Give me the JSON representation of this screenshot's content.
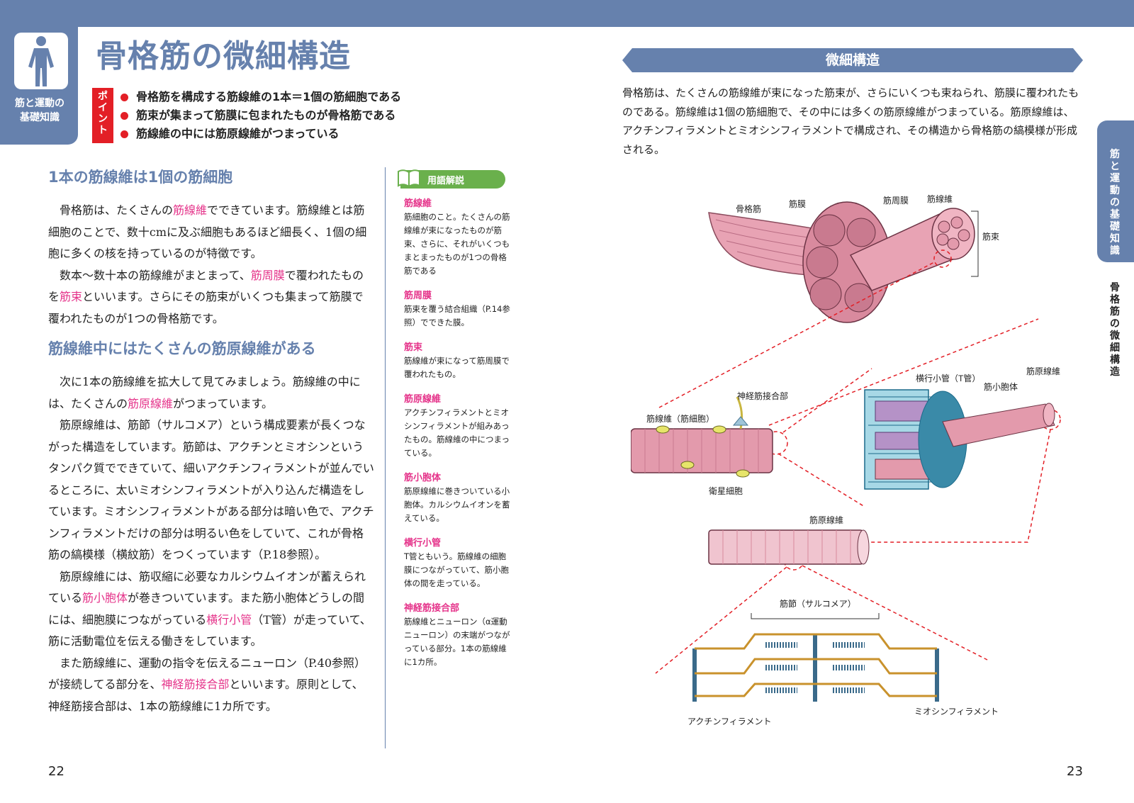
{
  "badge": {
    "label": "筋と運動の\n基礎知識"
  },
  "title": "骨格筋の微細構造",
  "point": {
    "label": "ポ\nイ\nン\nト",
    "items": [
      "骨格筋を構成する筋線維の1本＝1個の筋細胞である",
      "筋束が集まって筋膜に包まれたものが骨格筋である",
      "筋線維の中には筋原線維がつまっている"
    ]
  },
  "section1": {
    "heading": "1本の筋線維は1個の筋細胞",
    "p1": [
      "骨格筋は、たくさんの",
      "筋線維",
      "でできています。筋線維とは筋細胞のことで、数十cmに及ぶ細胞もあるほど細長く、1個の細胞に多くの核を持っているのが特徴です。"
    ],
    "p2": [
      "数本～数十本の筋線維がまとまって、",
      "筋周膜",
      "で覆われたものを",
      "筋束",
      "といいます。さらにその筋束がいくつも集まって筋膜で覆われたものが1つの骨格筋です。"
    ]
  },
  "section2": {
    "heading": "筋線維中にはたくさんの筋原線維がある",
    "p1": [
      "次に1本の筋線維を拡大して見てみましょう。筋線維の中には、たくさんの",
      "筋原線維",
      "がつまっています。"
    ],
    "p2": "筋原線維は、筋節（サルコメア）という構成要素が長くつながった構造をしています。筋節は、アクチンとミオシンというタンパク質でできていて、細いアクチンフィラメントが並んでいるところに、太いミオシンフィラメントが入り込んだ構造をしています。ミオシンフィラメントがある部分は暗い色で、アクチンフィラメントだけの部分は明るい色をしていて、これが骨格筋の縞模様（横紋筋）をつくっています（P.18参照）。",
    "p3": [
      "筋原線維には、筋収縮に必要なカルシウムイオンが蓄えられている",
      "筋小胞体",
      "が巻きついています。また筋小胞体どうしの間には、細胞膜につながっている",
      "横行小管",
      "（T管）が走っていて、筋に活動電位を伝える働きをしています。"
    ],
    "p4": [
      "また筋線維に、運動の指令を伝えるニューロン（P.40参照）が接続してる部分を、",
      "神経筋接合部",
      "といいます。原則として、神経筋接合部は、1本の筋線維に1カ所です。"
    ]
  },
  "glossary": {
    "title": "用語解説",
    "items": [
      {
        "term": "筋線維",
        "def": "筋細胞のこと。たくさんの筋線維が束になったものが筋束、さらに、それがいくつもまとまったものが1つの骨格筋である"
      },
      {
        "term": "筋周膜",
        "def": "筋束を覆う結合組織（P.14参照）でできた膜。"
      },
      {
        "term": "筋束",
        "def": "筋線維が束になって筋周膜で覆われたもの。"
      },
      {
        "term": "筋原線維",
        "def": "アクチンフィラメントとミオシンフィラメントが組みあったもの。筋線維の中につまっている。"
      },
      {
        "term": "筋小胞体",
        "def": "筋原線維に巻きついている小胞体。カルシウムイオンを蓄えている。"
      },
      {
        "term": "横行小管",
        "def": "T管ともいう。筋線維の細胞膜につながっていて、筋小胞体の間を走っている。"
      },
      {
        "term": "神経筋接合部",
        "def": "筋線維とニューロン（α運動ニューロン）の末端がつながっている部分。1本の筋線維に1カ所。"
      }
    ]
  },
  "page_left": "22",
  "page_right": "23",
  "right": {
    "banner": "微細構造",
    "intro": "骨格筋は、たくさんの筋線維が束になった筋束が、さらにいくつも束ねられ、筋膜に覆われたものである。筋線維は1個の筋細胞で、その中には多くの筋原線維がつまっている。筋原線維は、アクチンフィラメントとミオシンフィラメントで構成され、その構造から骨格筋の縞模様が形成される。"
  },
  "sidetab": {
    "label": "筋\nと\n運\n動\nの\n基\n礎\n知\n識",
    "sub": "骨\n格\n筋\nの\n微\n細\n構\n造"
  },
  "diagram_labels": {
    "skeletal_muscle": "骨格筋",
    "fascia": "筋膜",
    "perimysium": "筋周膜",
    "muscle_fiber": "筋線維",
    "fascicle": "筋束",
    "nmj": "神経筋接合部",
    "fiber_cell": "筋線維（筋細胞）",
    "satellite": "衛星細胞",
    "t_tubule": "横行小管（T管）",
    "sr": "筋小胞体",
    "myofibril": "筋原線維",
    "myofibril2": "筋原線維",
    "sarcomere": "筋節（サルコメア）",
    "myosin": "ミオシンフィラメント",
    "actin": "アクチンフィラメント"
  },
  "colors": {
    "primary": "#6681ad",
    "accent": "#e31f26",
    "keyword": "#e5338a",
    "glossary": "#6ab04c",
    "muscle": "#e39aac"
  }
}
